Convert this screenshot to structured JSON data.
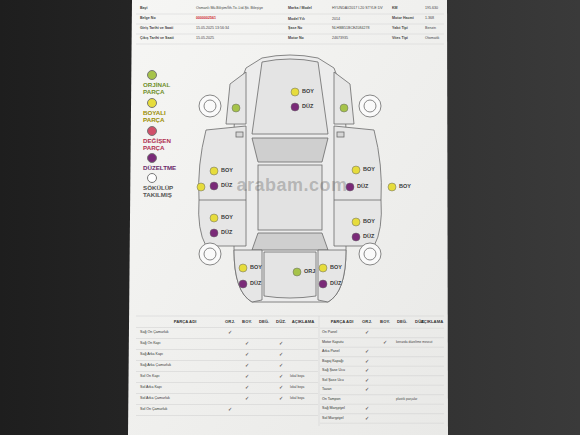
{
  "diagram": {
    "labels": [
      "Bayi",
      "Osmanlı Mü.Bilişim/İth.Tic.Ltd.Şti. Bileşiye",
      "Marka / Model",
      "HYUNDAI/2017 I-20 STYLE DV",
      "KM",
      "195.630",
      "Belge No",
      "0000002561",
      "Motor Hacmi",
      "1.368",
      "Giriş Tarihi ve Saati",
      "15.05.2025 13:56:34",
      "Model Yılı",
      "2014",
      "Şase No",
      "NLHBB51BCEZ084278",
      "Yakıt Tipi",
      "Benzin",
      "Çıkış Tarihi ve Saati",
      "15.05.2025",
      "Motor No",
      "24673935",
      "Vites Tipi",
      "Otomatik",
      "BOY",
      "DÜZ",
      "BOY",
      "DÜZ",
      "BOY",
      "DÜZ",
      "BOY",
      "BOY",
      "DÜZ",
      "BOY",
      "DÜZ",
      "BOY",
      "DÜZ",
      "BOY",
      "DÜZ",
      "ORJ",
      "arabam.com",
      "PARÇA ADI",
      "ORJ.",
      "BOY.",
      "DEĞ.",
      "DÜZ.",
      "AÇIKLAMA",
      "PARÇA ADI",
      "ORJ.",
      "BOY.",
      "DEĞ.",
      "DÜZ.",
      "AÇIKLAMA",
      "Sağ Ön Çamurluk",
      "✓",
      "Sağ Ön Kapı",
      "✓",
      "✓",
      "Sağ Arka Kapı",
      "✓",
      "✓",
      "Sağ Arka Çamurluk",
      "✓",
      "✓",
      "Sol Ön Kapı",
      "✓",
      "✓",
      "lokal boya",
      "Sol Arka Kapı",
      "✓",
      "✓",
      "lokal boya",
      "Sol Arka Çamurluk",
      "✓",
      "✓",
      "lokal boya",
      "Sol Ön Çamurluk",
      "✓",
      "Ön Panel",
      "✓",
      "Motor Kaputu",
      "✓",
      "kenarda düzeltme mevcut",
      "Arka Panel",
      "✓",
      "Bagaj Kapağı",
      "✓",
      "Sağ Şase Ucu",
      "✓",
      "Sol Şase Ucu",
      "✓",
      "Tavan",
      "✓",
      "Ön Tampon",
      "plastik parçalar",
      "Sağ Marşpiyel",
      "✓",
      "Sol Marşpiyel",
      "✓"
    ],
    "legend": [
      {
        "text": "ORJİNAL PARÇA",
        "color": "#a6c34a"
      },
      {
        "text": "BOYALI PARÇA",
        "color": "#e6dc3c"
      },
      {
        "text": "DEĞİŞEN PARÇA",
        "color": "#d0506a"
      },
      {
        "text": "DÜZELTME",
        "color": "#7a2a78"
      },
      {
        "text": "SÖKÜLÜP TAKILMIŞ",
        "color": "#ffffff"
      }
    ]
  }
}
